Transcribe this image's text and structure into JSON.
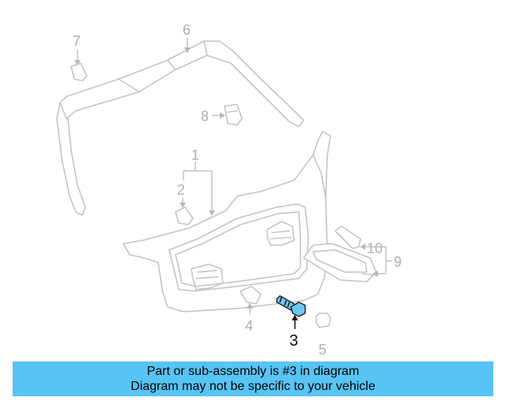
{
  "diagram": {
    "callouts": {
      "c1": "1",
      "c2": "2",
      "c3": "3",
      "c4": "4",
      "c5": "5",
      "c6": "6",
      "c7": "7",
      "c8": "8",
      "c9": "9",
      "c10": "10"
    },
    "highlighted_part": "3",
    "colors": {
      "highlight": "#6cc6f2",
      "line": "#c4c4c4",
      "banner": "#57c4f4"
    }
  },
  "banner": {
    "line1": "Part or sub-assembly is #3 in diagram",
    "line2": "Diagram may not be specific to your vehicle"
  }
}
